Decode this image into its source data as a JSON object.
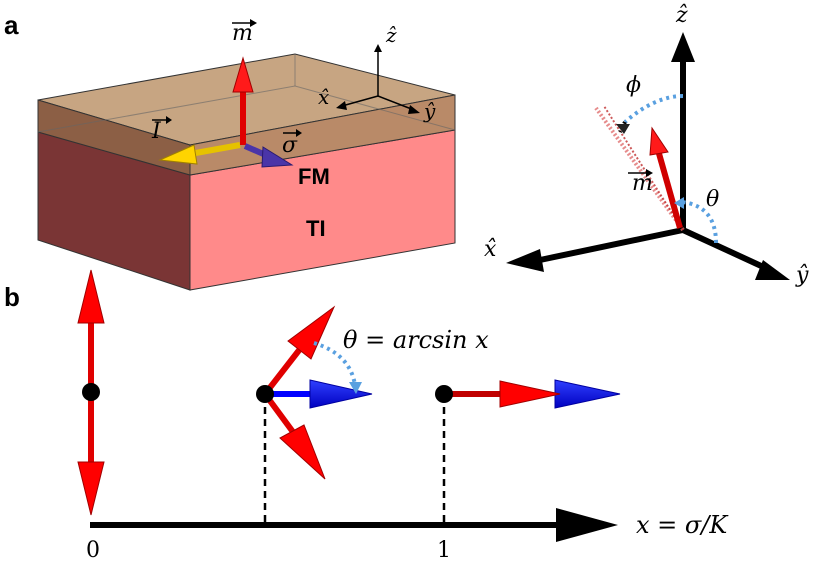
{
  "panel_a": {
    "label": "a",
    "layer_fm": "FM",
    "layer_ti": "TI",
    "vec_m": "m",
    "vec_I": "I",
    "vec_sigma": "σ",
    "axis_x": "x̂",
    "axis_y": "ŷ",
    "axis_z": "ẑ",
    "angle_phi": "ϕ",
    "angle_theta": "θ",
    "colors": {
      "fm_layer": "#b07a55",
      "ti_layer": "#ff8a8a",
      "magnetization": "#e00000",
      "current": "#e6c200",
      "spin": "#4a35a8"
    }
  },
  "panel_b": {
    "label": "b",
    "equation_theta": "θ = arcsin x",
    "axis_label": "x = σ/K",
    "tick_0": "0",
    "tick_1": "1",
    "colors": {
      "magnetization": "#ff0000",
      "spin": "#0000ff",
      "arc": "#5aa0e0"
    }
  }
}
